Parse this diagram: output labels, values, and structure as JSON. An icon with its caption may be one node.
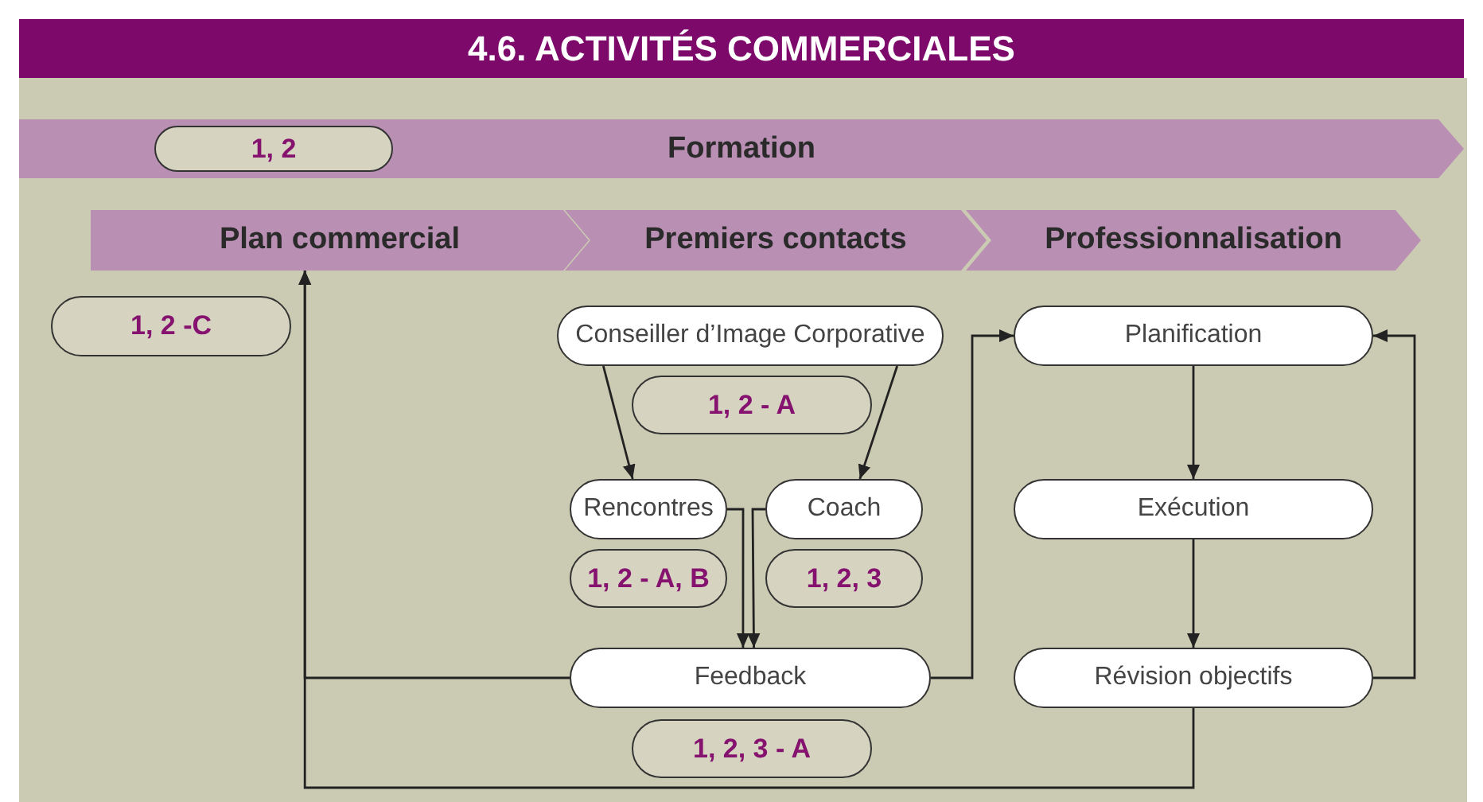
{
  "diagram": {
    "title": "4.6. ACTIVITÉS COMMERCIALES",
    "nodes": [
      {
        "text": [
          "Formation"
        ]
      },
      {
        "text": [
          "1, 2"
        ],
        "in": 0
      },
      {
        "text": [
          "Plan commercial"
        ]
      },
      {
        "text": [
          "Premiers contacts"
        ]
      },
      {
        "text": [
          "Professionnalisation"
        ]
      },
      {
        "text": [
          "1, 2 -C"
        ]
      },
      {
        "text": [
          "Conseiller d’Image Corporative"
        ]
      },
      {
        "text": [
          "1, 2 - A"
        ]
      },
      {
        "text": [
          "Rencontres"
        ]
      },
      {
        "text": [
          "Coach"
        ]
      },
      {
        "text": [
          "1, 2 - A, B"
        ]
      },
      {
        "text": [
          "1, 2, 3"
        ]
      },
      {
        "text": [
          "Feedback"
        ]
      },
      {
        "text": [
          "1, 2, 3 - A"
        ]
      },
      {
        "text": [
          "Planification"
        ]
      },
      {
        "text": [
          "Exécution"
        ]
      },
      {
        "text": [
          "Révision objectifs"
        ]
      }
    ],
    "edges": [
      {
        "from": 6,
        "to": 8,
        "arrow": "to"
      },
      {
        "from": 6,
        "to": 9,
        "arrow": "to"
      },
      {
        "from": 8,
        "to": 12,
        "arrow": "to"
      },
      {
        "from": 9,
        "to": 12,
        "arrow": "to"
      },
      {
        "from": 12,
        "to": 14,
        "arrow": "to"
      },
      {
        "from": 14,
        "to": 15,
        "arrow": "to"
      },
      {
        "from": 15,
        "to": 16,
        "arrow": "to"
      },
      {
        "from": 16,
        "to": 14,
        "arrow": "to"
      },
      {
        "from": 12,
        "to": 2,
        "arrow": "to"
      },
      {
        "from": 16,
        "to": 2,
        "arrow": "to"
      }
    ]
  }
}
